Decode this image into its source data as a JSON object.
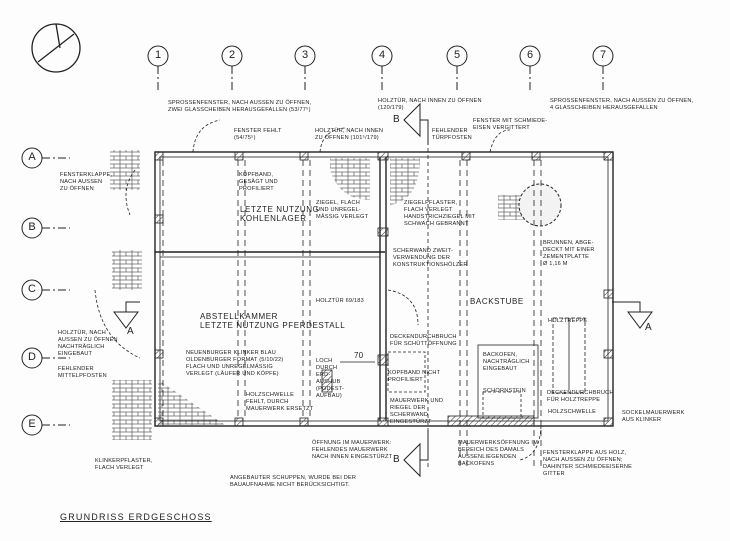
{
  "title": "GRUNDRISS ERDGESCHOSS",
  "axes_numbers": [
    "1",
    "2",
    "3",
    "4",
    "5",
    "6",
    "7"
  ],
  "axes_letters": [
    "A",
    "B",
    "C",
    "D",
    "E"
  ],
  "section_marks": {
    "A": "A",
    "B": "B"
  },
  "dimension": "70",
  "labels": {
    "top1": "Sprossenfenster, nach aussen zu öffnen,\nzwei Glasscheiben herausgefallen (53/77⁵)",
    "top4": "Holztür, nach innen zu öffnen\n(120/179)",
    "top7": "Sprossenfenster, nach aussen zu öffnen,\n4 Glasscheiben herausgefallen",
    "fenster_fehlt": "Fenster fehlt\n(54/75⁵)",
    "holztuer_innen": "Holztür, nach innen\nzu öffnen (101⁵/179)",
    "fehlender_tuerpfosten": "Fehlender\nTürpfosten",
    "fenster_schmiede": "Fenster mit Schmiede-\neisen vergittert",
    "fensterklappe": "Fensterklappe,\nnach aussen\nzu öffnen",
    "kopfband": "Kopfband,\ngesägt und\nprofiliert",
    "kohlenlager": "Letzte Nutzung\nKohlenlager",
    "ziegel_flach": "Ziegel, flach\nund unregel-\nmässig verlegt",
    "ziegelpflaster": "Ziegelpflaster,\nflach verlegt\nHandstrichziegel mit\nschwach gebrannt",
    "scherwand": "Scherwand zweit-\nverwendung der\nKonstruktionshölzer",
    "brunnen": "Brunnen, abge-\ndeckt mit einer\nZementplatte\nø 1,16 m",
    "abstellkammer": "Abstellkammer\nLetzte Nutzung Pferdestall",
    "holztuer_69": "Holztür 69/183",
    "backstube": "Backstube",
    "holztreppe": "Holztreppe",
    "holztuer_aussen": "Holztür, nach\naussen zu öffnen\nnachträglich\neingebaut",
    "fehlender_mittelpfosten": "Fehlender\nMittelpfosten",
    "neuenburger": "Neuenburger Klinker blau\nOldenburger Format (5/10/22)\nflach und unregelmässig\nverlegt (Läufer und Köpfe)",
    "loch": "Loch\ndurch\nErd-\naushub\n(Podest-\naufbau)",
    "deckendurchbruch_schuett": "Deckendurchbruch\nfür Schüttöffnung",
    "kopfband_nicht": "Kopfband nicht\nprofiliert",
    "backofen": "Backofen,\nnachträglich\neingebaut",
    "schornstein": "Schornstein",
    "deckendurchbruch_treppe": "Deckendurchbruch\nfür Holztreppe",
    "holzschwelle_rechts": "Holzschwelle",
    "holzschwelle_fehlt": "Holzschwelle\nfehlt, durch\nMauerwerk ersetzt",
    "mauerwerk_riegel": "Mauerwerk und\nRiegel der\nScherwand\neingestürzt",
    "klinkerpflaster": "Klinkerpflaster,\nflach verlegt",
    "oeffnung": "Öffnung im Mauerwerk:\nfehlendes Mauerwerk\nnach innen eingestürzt",
    "mauerwerksoeffnung": "Mauerwerksöffnung im\nBereich des damals\naussenliegenden\nBackofens",
    "schuppen": "Angebauter Schuppen, wurde bei der\nBauaufnahme nicht berücksichtigt.",
    "sockelmauerwerk": "Sockelmauerwerk\naus Klinker",
    "fensterklappe_holz": "Fensterklappe aus Holz,\nnach aussen zu öffnen;\ndahinter schmiedeeiserne\nGitter"
  }
}
